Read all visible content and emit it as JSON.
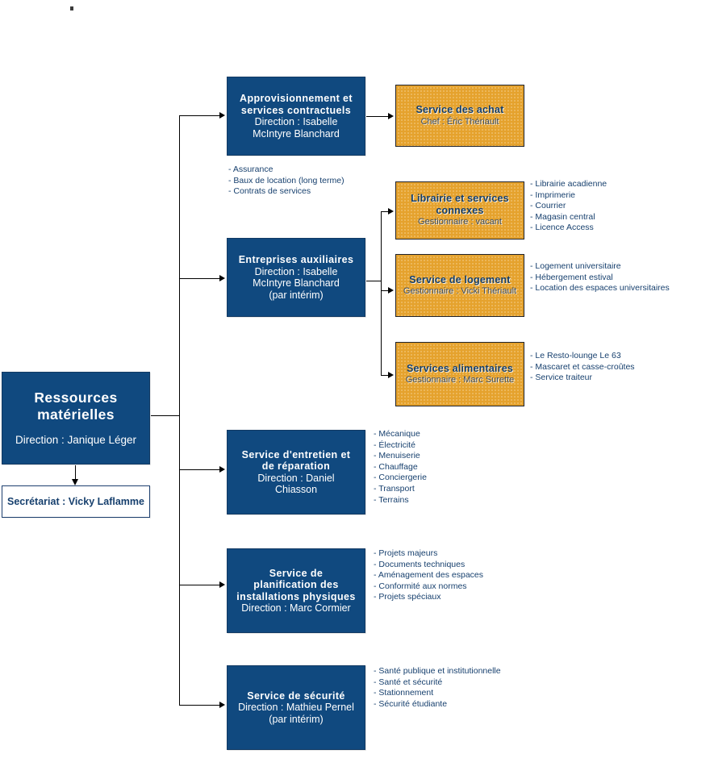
{
  "page": {
    "title": "Organigramme - Ressources matérielles",
    "colors": {
      "unit_blue": "#10497f",
      "service_orange": "#e5a22d",
      "text_navy": "#17406e",
      "connector": "#000000",
      "box_white": "#ffffff"
    }
  },
  "root": {
    "title_line1": "Ressources",
    "title_line2": "matérielles",
    "direction": "Direction : Janique Léger"
  },
  "secretariat": {
    "label": "Secrétariat : Vicky Laflamme"
  },
  "branches": [
    {
      "title_line1": "Approvisionnement et",
      "title_line2": "services contractuels",
      "direction_line1": "Direction : Isabelle",
      "direction_line2": "McIntyre Blanchard",
      "bullets": [
        "- Assurance",
        "- Baux de location  (long terme)",
        "- Contrats de services"
      ],
      "children": [
        {
          "title_line1": "Service des achat",
          "title_line2": "",
          "manager": "Chef : Éric Thériault",
          "bullets": []
        }
      ]
    },
    {
      "title_line1": "Entreprises auxiliaires",
      "title_line2": "",
      "direction_line1": "Direction : Isabelle",
      "direction_line2": "McIntyre Blanchard",
      "direction_line3": "(par intérim)",
      "bullets": [],
      "children": [
        {
          "title_line1": "Librairie et services",
          "title_line2": "connexes",
          "manager": "Gestionnaire : vacant",
          "bullets": [
            "- Librairie acadienne",
            "- Imprimerie",
            "- Courrier",
            "- Magasin central",
            "- Licence Access"
          ]
        },
        {
          "title_line1": "Service de logement",
          "title_line2": "",
          "manager": "Gestionnaire : Vicki Thériault",
          "bullets": [
            "- Logement universitaire",
            "- Hébergement estival",
            "- Location des espaces universitaires"
          ]
        },
        {
          "title_line1": "Services alimentaires",
          "title_line2": "",
          "manager": "Gestionnaire : Marc Surette",
          "bullets": [
            "- Le Resto-lounge Le 63",
            "- Mascaret et casse-croûtes",
            "- Service traiteur"
          ]
        }
      ]
    },
    {
      "title_line1": "Service d'entretien et",
      "title_line2": "de réparation",
      "direction_line1": "Direction : Daniel",
      "direction_line2": "Chiasson",
      "bullets": [
        "- Mécanique",
        "- Électricité",
        "- Menuiserie",
        "- Chauffage",
        "- Conciergerie",
        "- Transport",
        "- Terrains"
      ],
      "children": []
    },
    {
      "title_line1": "Service de",
      "title_line2": "planification des",
      "title_line3": "installations physiques",
      "direction_line1": "Direction : Marc Cormier",
      "bullets": [
        "- Projets majeurs",
        "- Documents techniques",
        "- Aménagement des espaces",
        "- Conformité aux normes",
        "- Projets spéciaux"
      ],
      "children": []
    },
    {
      "title_line1": "Service de sécurité",
      "title_line2": "",
      "direction_line1": "Direction : Mathieu Pernel",
      "direction_line2": "(par intérim)",
      "bullets": [
        "- Santé publique et institutionnelle",
        "- Santé et sécurité",
        "- Stationnement",
        "- Sécurité étudiante"
      ],
      "children": []
    }
  ]
}
